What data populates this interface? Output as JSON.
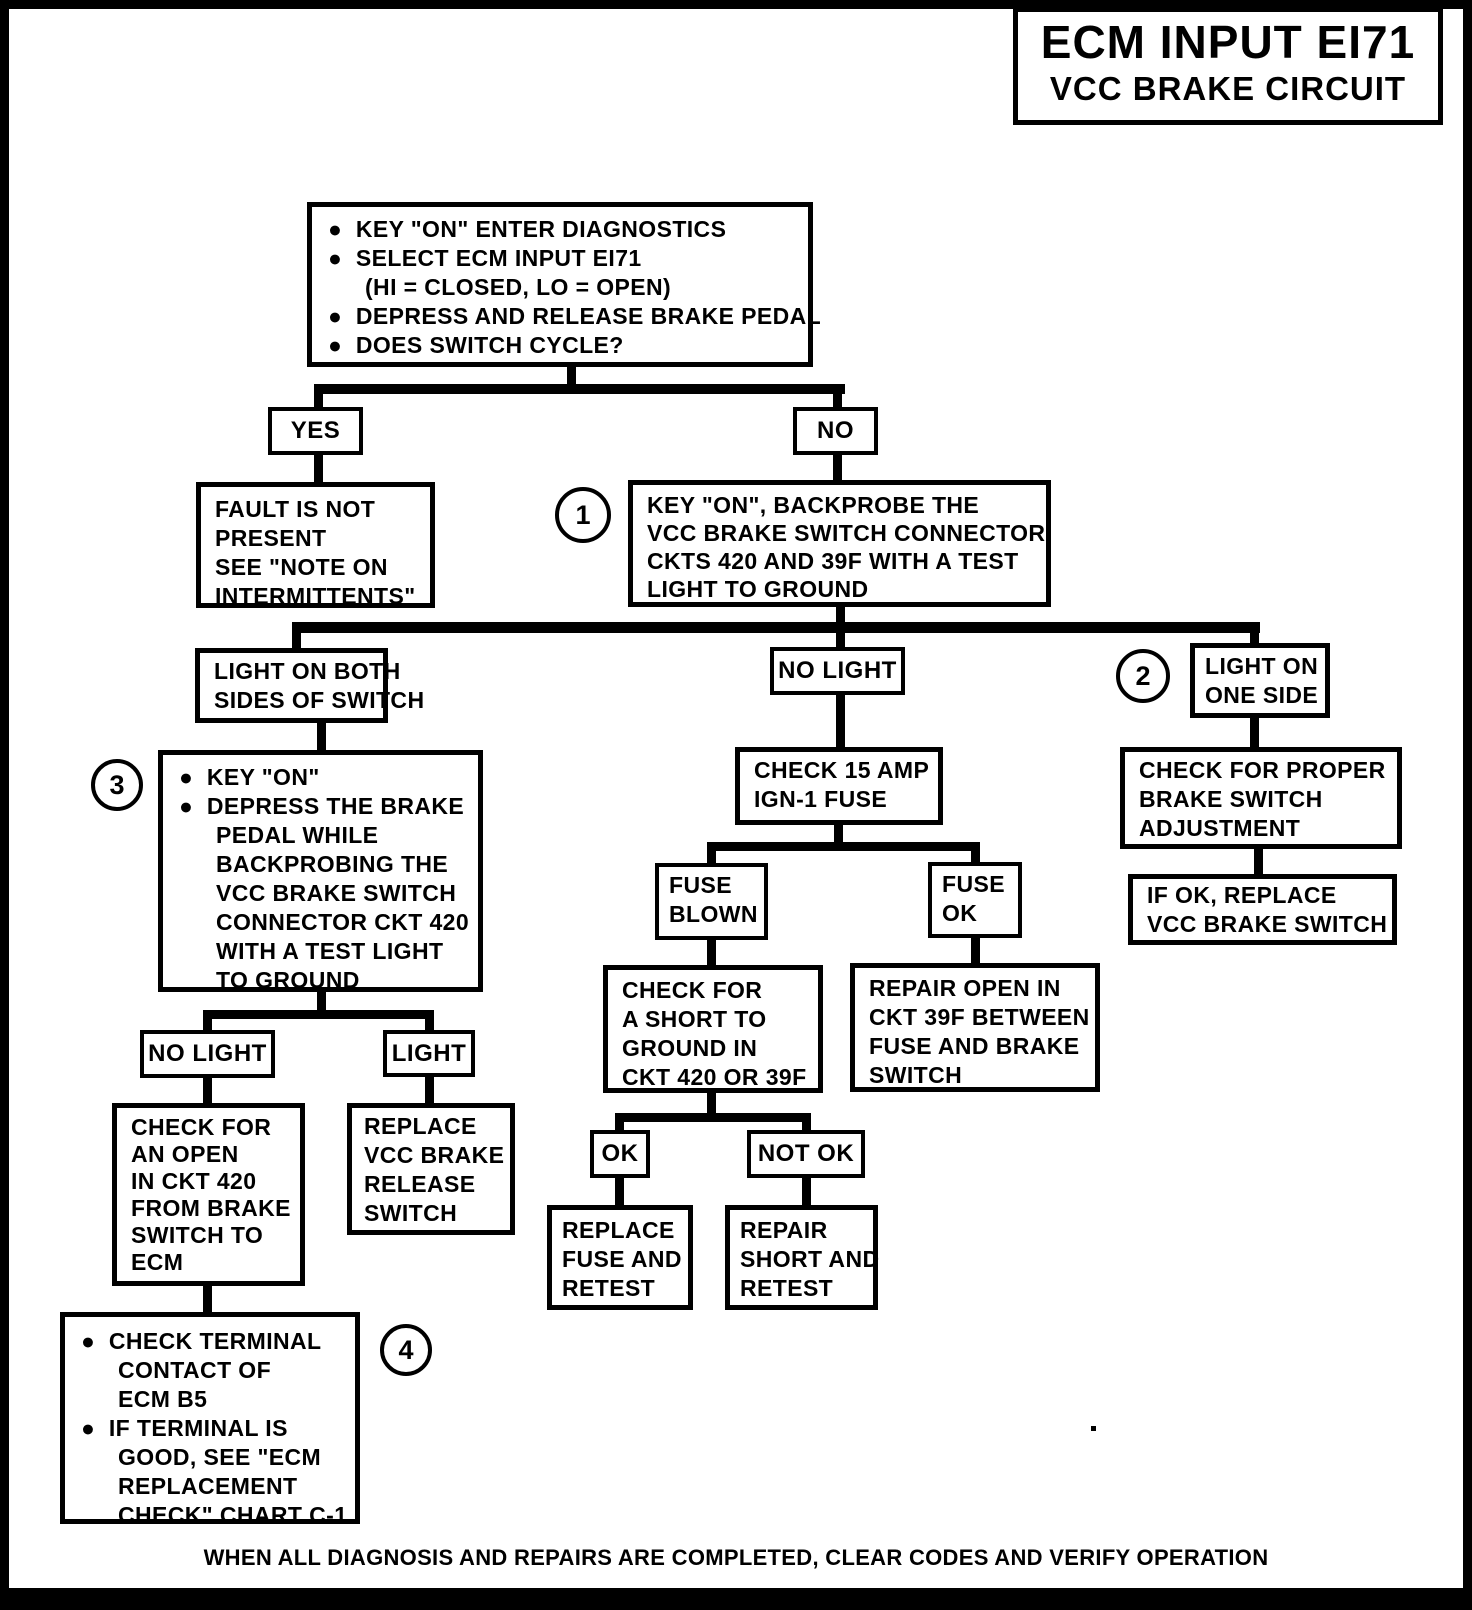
{
  "title": {
    "line1": "ECM INPUT EI71",
    "line2": "VCC BRAKE CIRCUIT"
  },
  "steps": {
    "s1": "1",
    "s2": "2",
    "s3": "3",
    "s4": "4"
  },
  "nodes": {
    "start": {
      "lines": [
        "●  KEY \"ON\" ENTER DIAGNOSTICS",
        "●  SELECT ECM INPUT EI71",
        "(HI = CLOSED, LO = OPEN)",
        "●  DEPRESS AND RELEASE BRAKE PEDAL",
        "●  DOES SWITCH CYCLE?"
      ]
    },
    "yes": {
      "label": "YES"
    },
    "no": {
      "label": "NO"
    },
    "fault": {
      "lines": [
        "FAULT IS NOT",
        "PRESENT",
        "SEE \"NOTE ON",
        "INTERMITTENTS\""
      ]
    },
    "backprobe": {
      "lines": [
        "KEY \"ON\", BACKPROBE THE",
        "VCC BRAKE SWITCH CONNECTOR",
        "CKTS 420 AND 39F WITH A TEST",
        "LIGHT TO GROUND"
      ]
    },
    "light_both": {
      "lines": [
        "LIGHT ON BOTH",
        "SIDES OF SWITCH"
      ]
    },
    "no_light_mid": {
      "label": "NO LIGHT"
    },
    "light_one": {
      "lines": [
        "LIGHT ON",
        "ONE SIDE"
      ]
    },
    "check_adjust": {
      "lines": [
        "CHECK FOR PROPER",
        "BRAKE SWITCH",
        "ADJUSTMENT"
      ]
    },
    "if_ok": {
      "lines": [
        "IF OK, REPLACE",
        "VCC BRAKE SWITCH"
      ]
    },
    "check_fuse": {
      "lines": [
        "CHECK 15 AMP",
        "IGN-1 FUSE"
      ]
    },
    "fuse_blown": {
      "lines": [
        "FUSE",
        "BLOWN"
      ]
    },
    "fuse_ok": {
      "lines": [
        "FUSE",
        "OK"
      ]
    },
    "check_short": {
      "lines": [
        "CHECK FOR",
        "A SHORT TO",
        "GROUND IN",
        "CKT 420 OR 39F"
      ]
    },
    "repair_open": {
      "lines": [
        "REPAIR OPEN IN",
        "CKT 39F BETWEEN",
        "FUSE AND BRAKE",
        "SWITCH"
      ]
    },
    "ok": {
      "label": "OK"
    },
    "not_ok": {
      "label": "NOT OK"
    },
    "replace_fuse": {
      "lines": [
        "REPLACE",
        "FUSE AND",
        "RETEST"
      ]
    },
    "repair_short": {
      "lines": [
        "REPAIR",
        "SHORT AND",
        "RETEST"
      ]
    },
    "step3": {
      "lines": [
        "●  KEY \"ON\"",
        "●  DEPRESS THE BRAKE",
        "PEDAL WHILE",
        "BACKPROBING THE",
        "VCC BRAKE SWITCH",
        "CONNECTOR CKT 420",
        "WITH A TEST LIGHT",
        "TO GROUND"
      ]
    },
    "no_light_left": {
      "label": "NO LIGHT"
    },
    "light_left": {
      "label": "LIGHT"
    },
    "check_open": {
      "lines": [
        "CHECK FOR",
        "AN OPEN",
        "IN CKT 420",
        "FROM BRAKE",
        "SWITCH TO",
        "ECM"
      ]
    },
    "replace_release": {
      "lines": [
        "REPLACE",
        "VCC BRAKE",
        "RELEASE",
        "SWITCH"
      ]
    },
    "step4": {
      "lines": [
        "●  CHECK TERMINAL",
        "CONTACT OF",
        "ECM B5",
        "●  IF TERMINAL IS",
        "GOOD, SEE \"ECM",
        "REPLACEMENT",
        "CHECK\" CHART C-1"
      ]
    }
  },
  "footer": "WHEN ALL DIAGNOSIS AND REPAIRS ARE COMPLETED, CLEAR CODES AND VERIFY OPERATION"
}
